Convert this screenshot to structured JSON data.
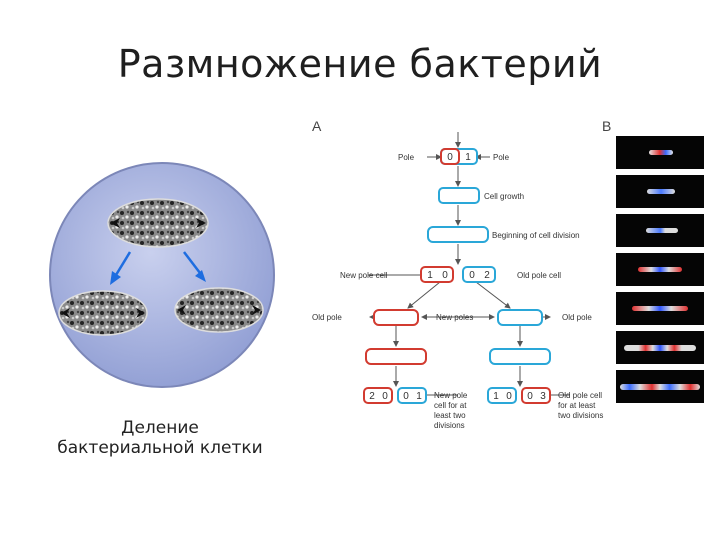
{
  "title": "Размножение бактерий",
  "caption_line1": "Деление",
  "caption_line2": "бактериальной клетки",
  "panel_a_label": "A",
  "panel_b_label": "B",
  "labels": {
    "pole_left": "Pole",
    "pole_right": "Pole",
    "cell_growth": "Cell growth",
    "beginning_division": "Beginning of cell division",
    "new_pole_cell": "New pole cell",
    "old_pole_cell": "Old pole cell",
    "old_pole_left": "Old pole",
    "new_poles": "New poles",
    "old_pole_right": "Old pole",
    "new_pole_note": [
      "New pole",
      "cell for at",
      "least two",
      "divisions"
    ],
    "old_pole_note": [
      "Old pole cell",
      "for at least",
      "two divisions"
    ]
  },
  "numbers": {
    "top": [
      "0",
      "1"
    ],
    "mid": [
      "1",
      "0",
      "0",
      "2"
    ],
    "bottom_left": [
      "2",
      "0",
      "0",
      "1"
    ],
    "bottom_right": [
      "1",
      "0",
      "0",
      "3"
    ]
  },
  "colors": {
    "old_pole": "#d23b30",
    "new_pole": "#2aa7d8",
    "circle_fill": "#a9b5de",
    "arrow": "#1e6de0"
  }
}
